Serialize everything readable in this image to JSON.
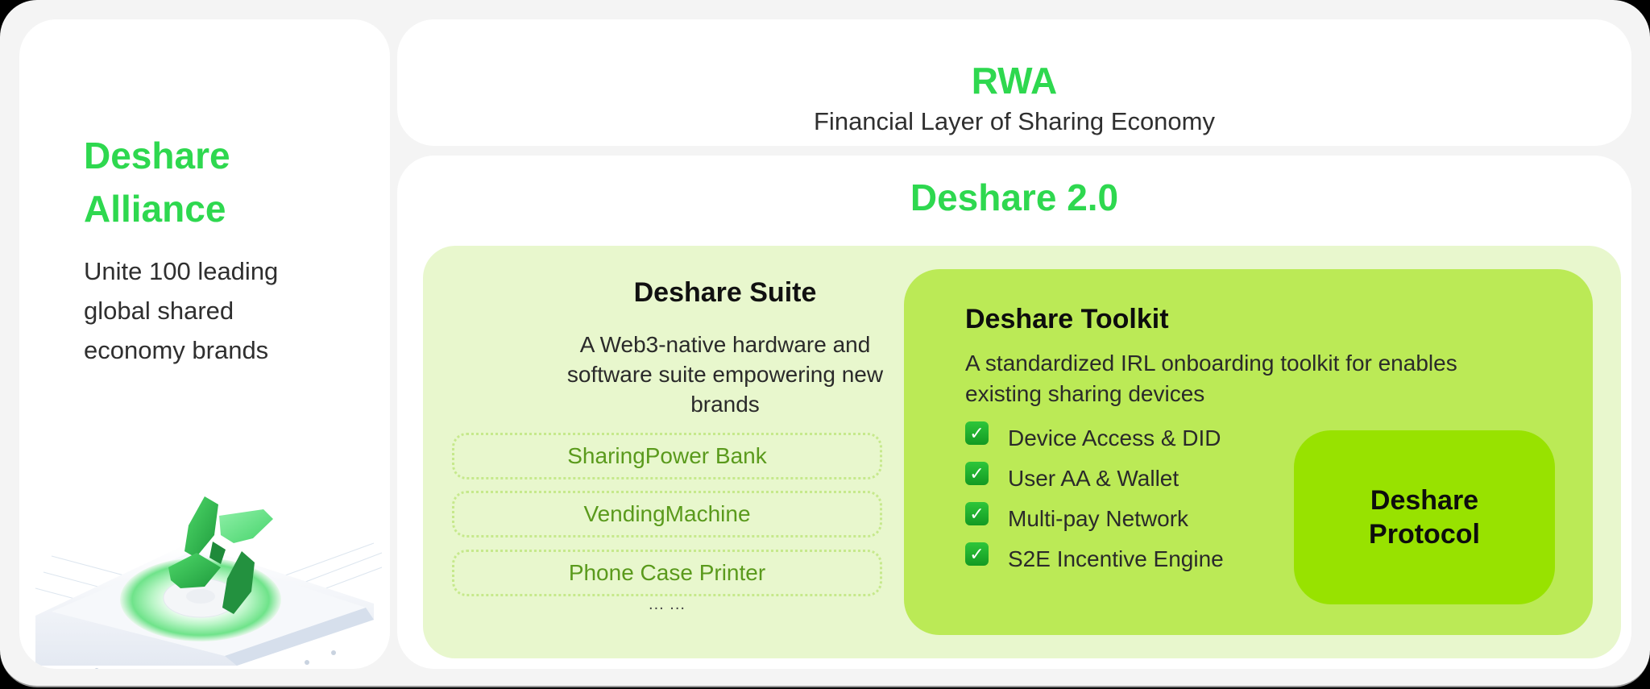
{
  "alliance": {
    "title_line1": "Deshare",
    "title_line2": "Alliance",
    "desc_line1": "Unite 100 leading",
    "desc_line2": "global shared",
    "desc_line3": "economy brands",
    "illustration_icon": "deshare-logo-on-device-illustration"
  },
  "rwa": {
    "title": "RWA",
    "subtitle": "Financial Layer of Sharing Economy"
  },
  "deshare2": {
    "title": "Deshare 2.0",
    "suite": {
      "title": "Deshare Suite",
      "desc_line1": "A Web3-native hardware and",
      "desc_line2": "software suite empowering new",
      "desc_line3": "brands",
      "items": [
        "SharingPower Bank",
        "VendingMachine",
        "Phone Case Printer"
      ],
      "more": "... ..."
    },
    "toolkit": {
      "title": "Deshare Toolkit",
      "desc_line1": "A standardized IRL onboarding toolkit for enables",
      "desc_line2": "existing sharing devices",
      "check_icon": "✓",
      "features": [
        "Device Access & DID",
        "User AA & Wallet",
        "Multi-pay Network",
        "S2E Incentive Engine"
      ]
    },
    "protocol": {
      "line1": "Deshare",
      "line2": "Protocol"
    }
  },
  "colors": {
    "brand_green": "#2ed84f",
    "panel_light": "#e8f7cd",
    "toolkit_green": "#bbea56",
    "protocol_green": "#98e200",
    "suite_item_text": "#5a9a1c",
    "frame_bg": "#f4f4f4"
  }
}
